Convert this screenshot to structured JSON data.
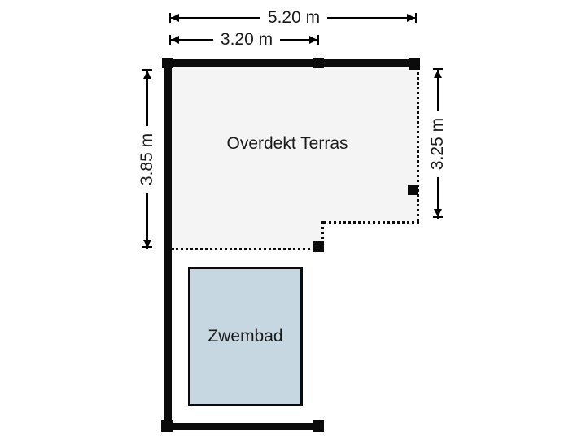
{
  "plan": {
    "rooms": {
      "terrace_label": "Overdekt Terras",
      "pool_label": "Zwembad"
    },
    "dimensions": {
      "total_width": "5.20 m",
      "terrace_inner_width": "3.20 m",
      "left_height": "3.85 m",
      "right_height": "3.25 m"
    },
    "colors": {
      "wall": "#0b0b0b",
      "terrace_fill": "#f4f4f4",
      "pool_fill": "#c6d7e1",
      "dim_line": "#000000",
      "label_bg": "#ffffff",
      "text": "#1a1a1a",
      "background": "#ffffff"
    }
  }
}
